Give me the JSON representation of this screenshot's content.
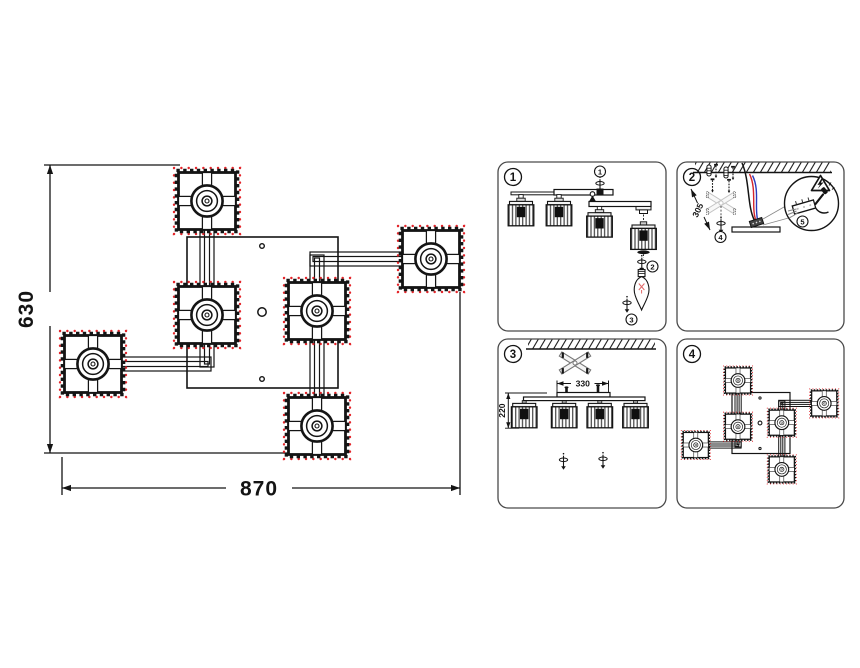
{
  "main_drawing": {
    "width_label": "870",
    "height_label": "630"
  },
  "panels": {
    "p1": {
      "number": "1",
      "steps": {
        "s1": "1",
        "s2": "2",
        "s3": "3"
      }
    },
    "p2": {
      "number": "2",
      "dim_label": "305",
      "steps": {
        "s4": "4",
        "s5": "5"
      }
    },
    "p3": {
      "number": "3",
      "width_label": "330",
      "height_label": "220"
    },
    "p4": {
      "number": "4"
    }
  },
  "colors": {
    "line": "#141414",
    "crystal_dot_red": "#e4262b",
    "wire_red": "#d4262c",
    "wire_blue": "#2b3bbd",
    "filament_red": "#e06868"
  }
}
